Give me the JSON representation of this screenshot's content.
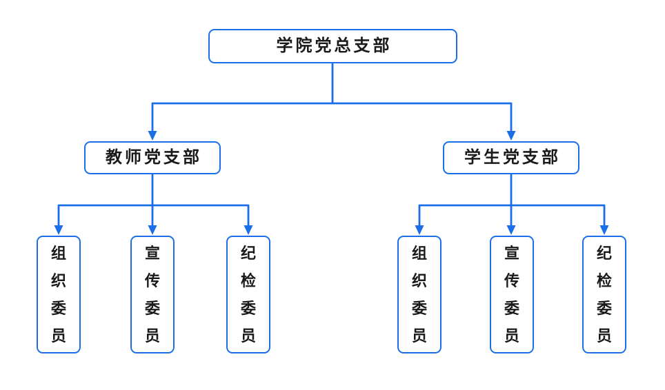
{
  "page": {
    "background_color": "#ffffff"
  },
  "diagram": {
    "type": "org-chart",
    "accent_color": "#1a6ee8",
    "text_color": "#1a1a1a",
    "root": {
      "label": "学院党总支部"
    },
    "branches": [
      {
        "label": "教师党支部",
        "children": [
          {
            "label": "组织委员"
          },
          {
            "label": "宣传委员"
          },
          {
            "label": "纪检委员"
          }
        ]
      },
      {
        "label": "学生党支部",
        "children": [
          {
            "label": "组织委员"
          },
          {
            "label": "宣传委员"
          },
          {
            "label": "纪检委员"
          }
        ]
      }
    ]
  }
}
